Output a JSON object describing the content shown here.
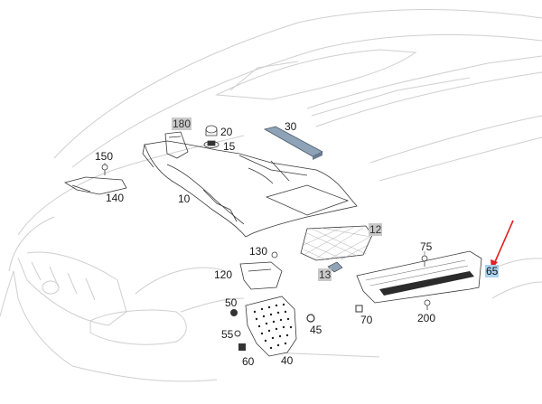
{
  "labels": {
    "p10": "10",
    "p12": "12",
    "p13": "13",
    "p15": "15",
    "p20": "20",
    "p30": "30",
    "p40": "40",
    "p45": "45",
    "p50": "50",
    "p55": "55",
    "p60": "60",
    "p65": "65",
    "p70": "70",
    "p75": "75",
    "p120": "120",
    "p130": "130",
    "p140": "140",
    "p150": "150",
    "p180": "180",
    "p200": "200"
  },
  "colors": {
    "highlight": "#c9c9c9",
    "selected": "#aad2ee",
    "arrow": "#e02020",
    "outline": "#c8c8c8",
    "part": "#3a3a3a"
  },
  "icons": [
    "arrow-icon"
  ]
}
